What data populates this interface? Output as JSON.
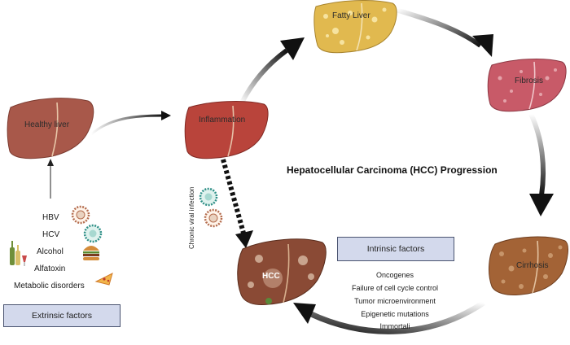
{
  "title": "Hepatocellular Carcinoma (HCC) Progression",
  "stages": {
    "healthy": "Healthy liver",
    "inflammation": "Inflammation",
    "fatty": "Fatty Liver",
    "fibrosis": "Fibrosis",
    "cirrhosis": "Cirrhosis",
    "hcc": "HCC"
  },
  "extrinsic": {
    "label": "Extrinsic factors",
    "items": [
      "HBV",
      "HCV",
      "Alcohol",
      "Alfatoxin",
      "Metabolic disorders"
    ]
  },
  "intrinsic": {
    "label": "Intrinsic factors",
    "items": [
      "Oncogenes",
      "Failure of cell cycle control",
      "Tumor microenvironment",
      "Epigenetic mutations",
      "Immortali"
    ]
  },
  "chronic_label": "Chronic viral infection",
  "colors": {
    "healthy": "#a8584a",
    "inflammation": "#b9443b",
    "fatty": "#e1b94f",
    "fibrosis": "#c85a68",
    "cirrhosis": "#a36336",
    "hcc": "#8a4a35",
    "box_fill": "#d3d9ec"
  },
  "icons": [
    "liver-icon",
    "virus-icon",
    "bottle-icon",
    "burger-icon",
    "pizza-icon"
  ]
}
